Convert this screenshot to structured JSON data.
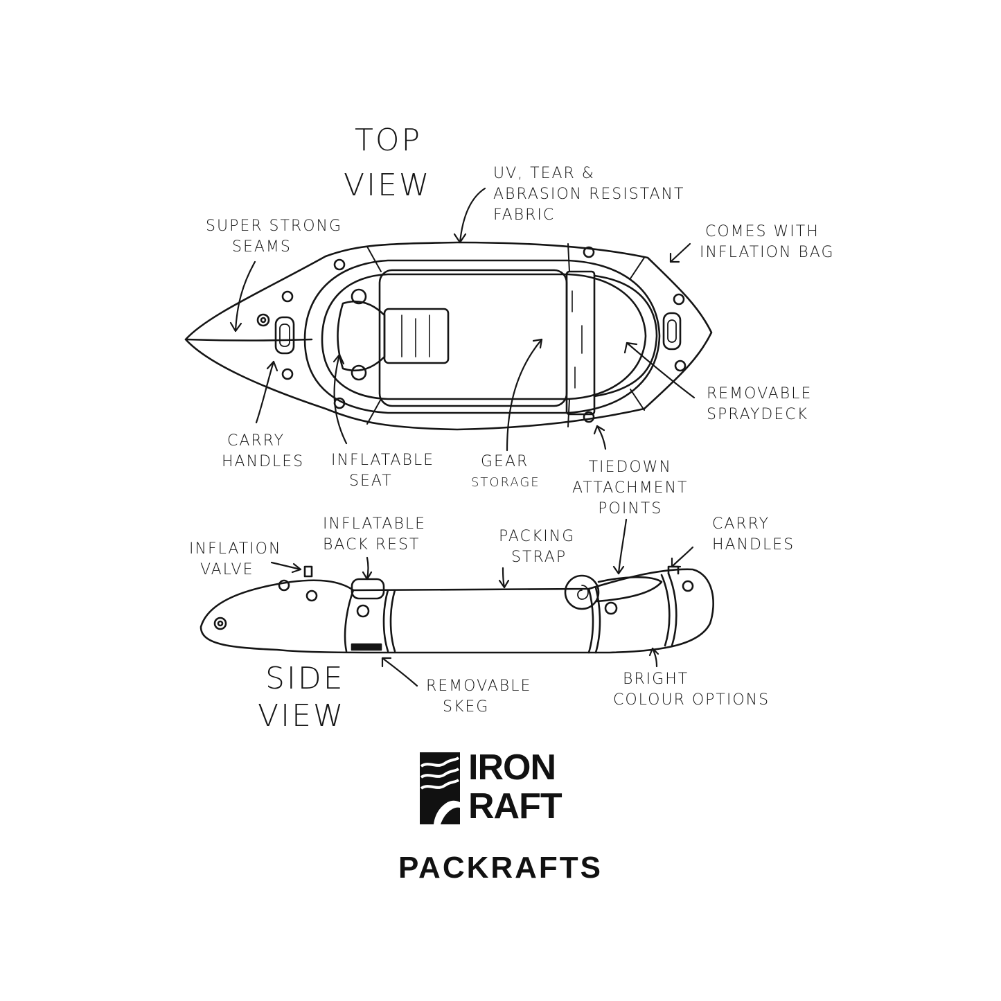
{
  "views": {
    "top": {
      "line1": "TOP",
      "line2": "VIEW"
    },
    "side": {
      "line1": "SIDE",
      "line2": "VIEW"
    }
  },
  "callouts": {
    "fabric": [
      "UV, TEAR &",
      "ABRASION  RESISTANT",
      "FABRIC"
    ],
    "seams": [
      "SUPER STRONG",
      "SEAMS"
    ],
    "inflation_bag": [
      "COMES WITH",
      "INFLATION BAG"
    ],
    "spraydeck": [
      "REMOVABLE",
      "SPRAYDECK"
    ],
    "carry_handles_top": [
      "CARRY",
      "HANDLES"
    ],
    "inflatable_seat": [
      "INFLATABLE",
      "SEAT"
    ],
    "gear_storage": [
      "GEAR",
      "STORAGE"
    ],
    "tiedown": [
      "TIEDOWN",
      "ATTACHMENT",
      "POINTS"
    ],
    "inflation_valve": [
      "INFLATION",
      "VALVE"
    ],
    "back_rest": [
      "INFLATABLE",
      "BACK REST"
    ],
    "packing_strap": [
      "PACKING",
      "STRAP"
    ],
    "carry_handles_side": [
      "CARRY",
      "HANDLES"
    ],
    "skeg": [
      "REMOVABLE",
      "SKEG"
    ],
    "colour_options": [
      "BRIGHT",
      "COLOUR OPTIONS"
    ]
  },
  "brand": {
    "name_line1": "IRON",
    "name_line2": "RAFT",
    "tagline": "PACKRAFTS"
  },
  "colors": {
    "ink": "#151515",
    "background": "#ffffff"
  }
}
